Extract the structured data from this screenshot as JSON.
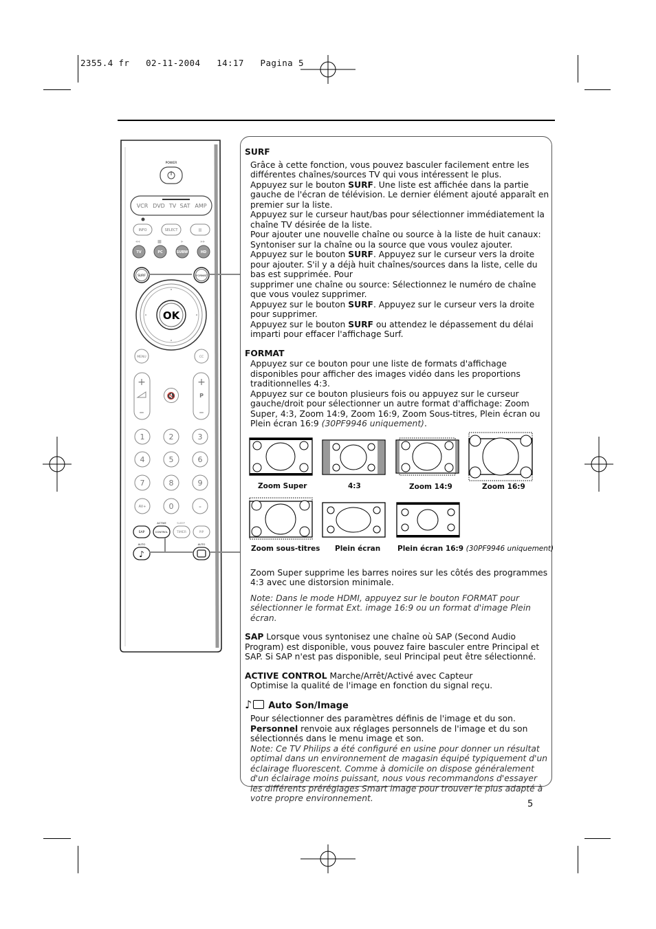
{
  "header": {
    "slug": "2355.4 fr   02-11-2004   14:17   Pagina 5"
  },
  "remote": {
    "power": "POWER",
    "modes": [
      "VCR",
      "DVD",
      "TV",
      "SAT",
      "AMP"
    ],
    "info": "INFO",
    "select": "SELECT",
    "pause": "II",
    "colors": [
      "TV",
      "PC",
      "SUBW",
      "HD"
    ],
    "surf": "SURF",
    "format": "FORMAT",
    "ok": "OK",
    "menu": "MENU",
    "cc": "CC",
    "p": "P",
    "digits": [
      "1",
      "2",
      "3",
      "4",
      "5",
      "6",
      "7",
      "8",
      "9",
      "AV+",
      "0",
      "-"
    ],
    "active": "ACTIVE",
    "sleep": "SLEEP",
    "sap": "SAP",
    "control": "CONTROL",
    "timer": "TIMER",
    "pip": "PIP",
    "auto1": "AUTO",
    "auto2": "AUTO"
  },
  "surf": {
    "title": "SURF",
    "l1": "Grâce à cette fonction, vous pouvez basculer facilement entre les différentes chaînes/sources TV qui vous intéressent le plus.",
    "l2a": "Appuyez sur le bouton ",
    "l2b": "SURF",
    "l2c": ". Une liste est affichée dans la partie gauche de l'écran de télévision. Le dernier élément ajouté apparaît en premier sur la liste.",
    "l3": "Appuyez sur le curseur haut/bas pour sélectionner immédiatement la chaîne TV désirée de la liste.",
    "l4": "Pour ajouter une nouvelle chaîne ou source à la liste de huit canaux: Syntoniser sur la chaîne ou la source que vous voulez ajouter.",
    "l5a": "Appuyez sur le bouton ",
    "l5b": "SURF",
    "l5c": ".  Appuyez sur le curseur vers la droite pour ajouter. S'il y a déjà huit chaînes/sources dans la liste, celle du bas est supprimée. Pour",
    "l6": "supprimer une chaîne ou source: Sélectionnez le numéro de chaîne que vous voulez supprimer.",
    "l7a": "Appuyez sur le bouton ",
    "l7b": "SURF",
    "l7c": ".  Appuyez sur le curseur vers la droite pour supprimer.",
    "l8a": "Appuyez sur le bouton ",
    "l8b": "SURF",
    "l8c": " ou attendez le dépassement du délai imparti pour effacer l'affichage Surf."
  },
  "format": {
    "title": "FORMAT",
    "l1": "Appuyez sur ce bouton pour une liste de formats d'affichage disponibles pour afficher des images vidéo dans les proportions traditionnelles 4:3.",
    "l2a": "Appuyez sur ce bouton plusieurs fois ou appuyez sur le curseur gauche/droit pour sélectionner un autre format d'affichage: Zoom Super, 4:3, Zoom 14:9, Zoom 16:9, Zoom Sous-titres, Plein écran ou Plein écran 16:9 ",
    "l2b": "(30PF9946 uniquement)",
    "l2c": ".",
    "captions": [
      "Zoom Super",
      "4:3",
      "Zoom 14:9",
      "Zoom 16:9",
      "Zoom sous-titres",
      "Plein écran",
      "Plein écran 16:9"
    ],
    "cap_note": "(30PF9946 uniquement)",
    "zoom_super_note": "Zoom Super supprime les barres noires sur les côtés des programmes 4:3 avec une distorsion minimale.",
    "note": "Note: Dans le mode HDMI, appuyez sur le bouton FORMAT pour sélectionner le format Ext. image 16:9 ou un format d'image Plein écran."
  },
  "sap": {
    "title": "SAP",
    "text": "  Lorsque vous syntonisez une chaîne où SAP (Second Audio Program) est disponible, vous pouvez faire basculer entre Principal et SAP. Si SAP n'est pas disponible, seul Principal peut être sélectionné."
  },
  "active_control": {
    "title": "ACTIVE CONTROL",
    "text1": "  Marche/Arrêt/Activé avec Capteur",
    "text2": "Optimise la qualité de l'image en fonction du signal reçu."
  },
  "auto": {
    "title": "Auto Son/Image",
    "l1": "Pour sélectionner des paramètres définis de l'image et du son.",
    "l2a": "Personnel",
    "l2b": " renvoie aux réglages personnels de l'image et du son sélectionnés dans le menu image et son.",
    "note": "Note: Ce TV Philips a été configuré en usine pour donner un résultat optimal dans un environnement de magasin équipé typiquement d'un éclairage fluorescent. Comme à domicile on dispose généralement d'un éclairage moins puissant, nous vous recommandons d'essayer les différents préréglages Smart image pour trouver le plus adapté à votre propre environnement."
  },
  "page_number": "5"
}
